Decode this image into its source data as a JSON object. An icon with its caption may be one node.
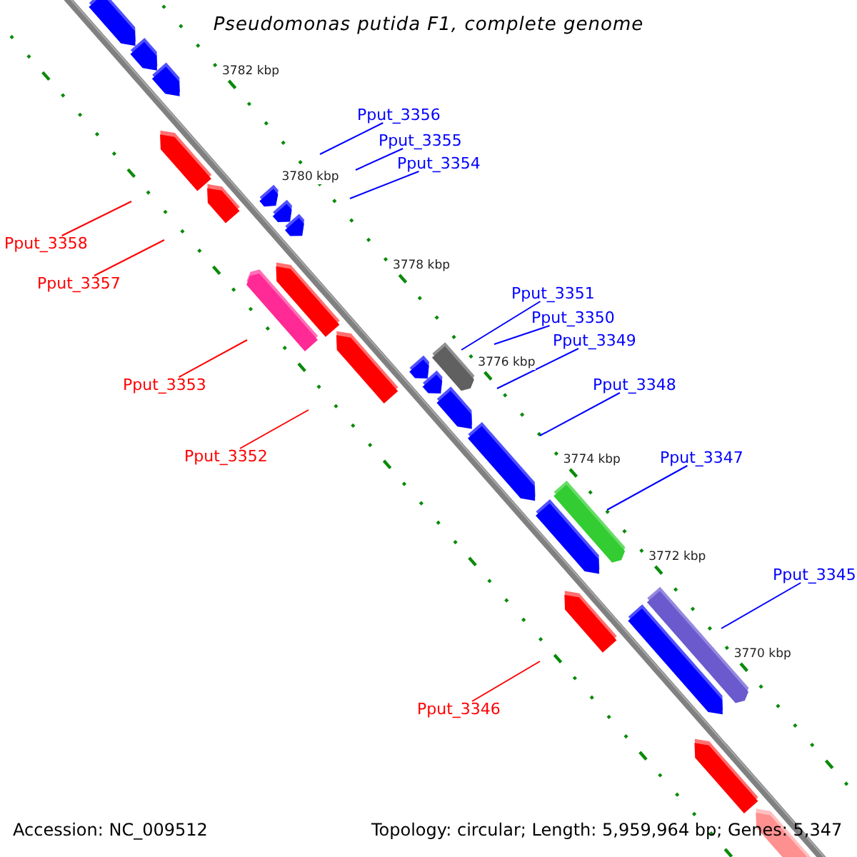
{
  "diagram": {
    "title": "Pseudomonas putida F1, complete genome",
    "nodes": [
      {
        "text": [
          "Pput_3356"
        ]
      },
      {
        "text": [
          "Pput_3355"
        ]
      },
      {
        "text": [
          "Pput_3354"
        ]
      },
      {
        "text": [
          "Pput_3358"
        ]
      },
      {
        "text": [
          "Pput_3357"
        ]
      },
      {
        "text": [
          "Pput_3351"
        ]
      },
      {
        "text": [
          "Pput_3350"
        ]
      },
      {
        "text": [
          "Pput_3349"
        ]
      },
      {
        "text": [
          "Pput_3353"
        ]
      },
      {
        "text": [
          "Pput_3348"
        ]
      },
      {
        "text": [
          "Pput_3352"
        ]
      },
      {
        "text": [
          "Pput_3347"
        ]
      },
      {
        "text": [
          "Pput_3345"
        ]
      },
      {
        "text": [
          "Pput_3346"
        ]
      }
    ],
    "edges": [
      {
        "from": 0,
        "to": null,
        "arrow": "none"
      },
      {
        "from": 1,
        "to": null,
        "arrow": "none"
      },
      {
        "from": 2,
        "to": null,
        "arrow": "none"
      },
      {
        "from": 3,
        "to": null,
        "arrow": "none",
        "color": "#ff0000"
      },
      {
        "from": 4,
        "to": null,
        "arrow": "none",
        "color": "#ff0000"
      },
      {
        "from": 5,
        "to": null,
        "arrow": "none"
      },
      {
        "from": 6,
        "to": null,
        "arrow": "none"
      },
      {
        "from": 7,
        "to": null,
        "arrow": "none"
      },
      {
        "from": 8,
        "to": null,
        "arrow": "none",
        "color": "#ff0000"
      },
      {
        "from": 9,
        "to": null,
        "arrow": "none"
      },
      {
        "from": 10,
        "to": null,
        "arrow": "none",
        "color": "#ff0000"
      },
      {
        "from": 11,
        "to": null,
        "arrow": "none"
      },
      {
        "from": 12,
        "to": null,
        "arrow": "none"
      },
      {
        "from": 13,
        "to": null,
        "arrow": "none",
        "color": "#ff0000"
      }
    ],
    "labels": [
      "3782 kbp",
      "3780 kbp",
      "3778 kbp",
      "3776 kbp",
      "3774 kbp",
      "3772 kbp",
      "3770 kbp",
      "Accession: NC_009512",
      "Topology: circular; Length: 5,959,964 bp; Genes: 5,347"
    ]
  }
}
